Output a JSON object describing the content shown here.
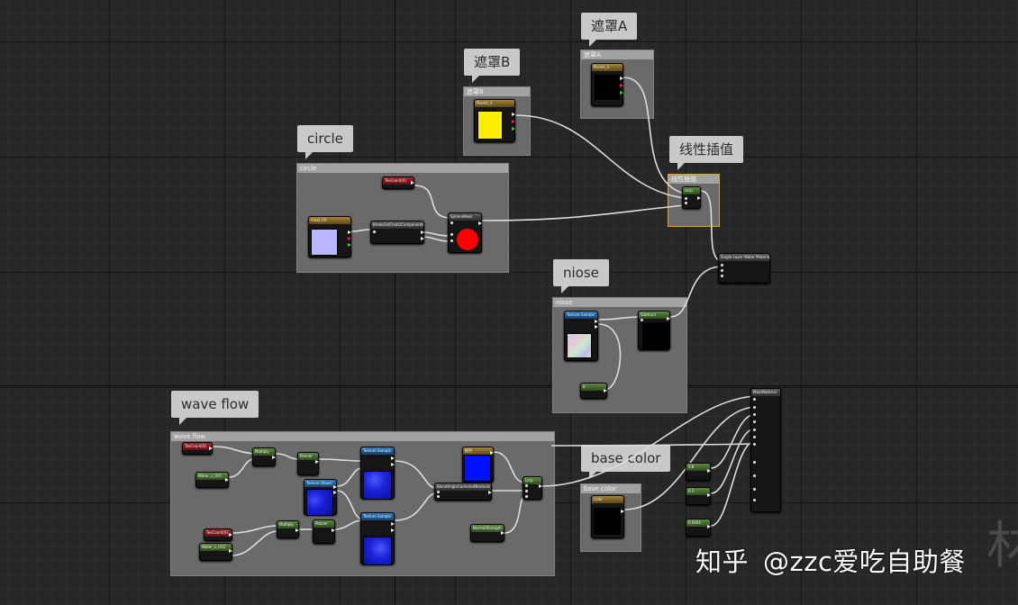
{
  "comments": {
    "mask_a": {
      "title": "遮罩A",
      "label": "遮罩A"
    },
    "mask_b": {
      "title": "遮罩B",
      "label": "遮罩B"
    },
    "lerp": {
      "title": "线性插值",
      "label": "线性插值"
    },
    "circle": {
      "title": "circle",
      "label": "circle"
    },
    "noise": {
      "title": "niose",
      "label": "niose"
    },
    "wave_flow": {
      "title": "wave flow",
      "label": "wave flow"
    },
    "base_color": {
      "title": "base color",
      "label": "base color"
    }
  },
  "nodes": {
    "param_mask_a": "Param_3",
    "param_mask_b": "Param_3",
    "lerp_main": "Lerp",
    "single_layer_water": "Single Layer Water Material",
    "tex_coord_circle": "TexCoord[0]",
    "mask_uv": "mask UV",
    "break_out_float2": "BreakOutFloat2Components",
    "sphere_mask": "SphereMask",
    "noise_texture_sample": "Texture Sample",
    "subtract": "Subtract",
    "noise_scalar": "0",
    "main_material": "MainMaterial",
    "tex_coord_wave_1": "TexCoord[0]",
    "multiply_1": "Multiply",
    "water_uv_1": "Water_s_UV1",
    "panner_1": "Panner",
    "texture_object": "Texture Object",
    "texture_sample_1": "Texture Sample",
    "color_const": "颜色",
    "blend_angle": "BlendAngleCorrectedNormals",
    "lerp_wave": "Lerp",
    "tex_coord_wave_2": "TexCoord[0]",
    "multiply_2": "Multiply",
    "water_uv_2": "Water_s_UV2",
    "panner_2": "Panner",
    "texture_sample_2": "Texture Sample",
    "normal_strength": "NormalStrength",
    "base_color_param": "color",
    "scalar_a": "0.8",
    "scalar_b": "0.5",
    "scalar_c": "0.0001"
  },
  "watermark": {
    "platform": "知乎",
    "author": "@zzc爱吃自助餐"
  },
  "colors": {
    "mask_b_swatch": "#ffee00",
    "sphere_mask_swatch": "#ff0000",
    "mask_uv_swatch": "#b9b8ff",
    "wave_color_swatch": "#0010ff",
    "selection_outline": "#e5a12a"
  }
}
